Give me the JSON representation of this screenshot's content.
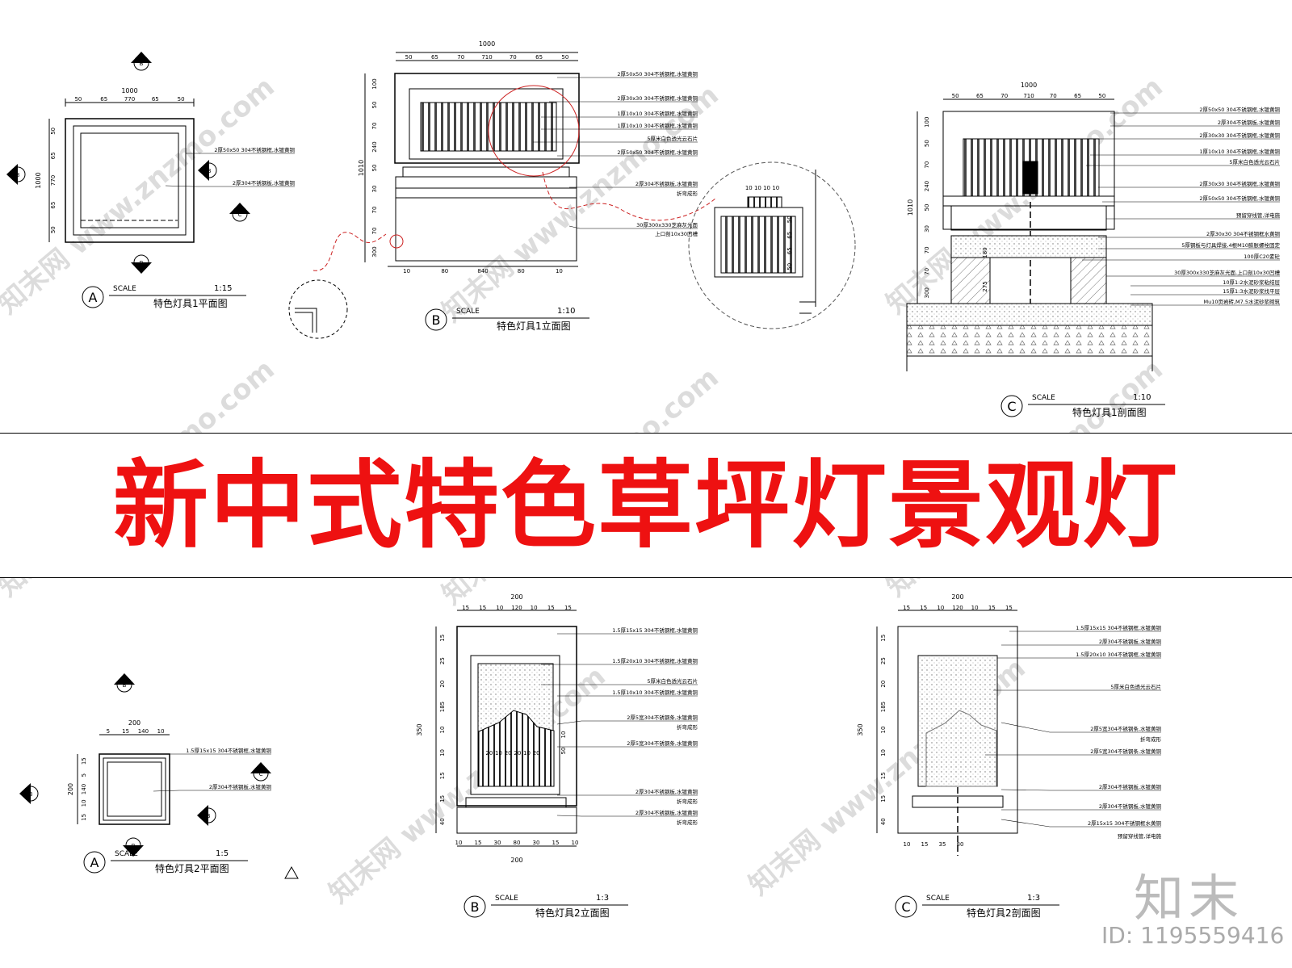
{
  "banner_title": "新中式特色草坪灯景观灯",
  "brand": "知末",
  "image_id": "ID: 1195559416",
  "scale_word": "SCALE",
  "views": [
    {
      "letter": "A",
      "title": "特色灯具1平面图",
      "scale": "1:15"
    },
    {
      "letter": "B",
      "title": "特色灯具1立面图",
      "scale": "1:10"
    },
    {
      "letter": "C",
      "title": "特色灯具1剖面图",
      "scale": "1:10"
    },
    {
      "letter": "A",
      "title": "特色灯具2平面图",
      "scale": "1:5"
    },
    {
      "letter": "B",
      "title": "特色灯具2立面图",
      "scale": "1:3"
    },
    {
      "letter": "C",
      "title": "特色灯具2剖面图",
      "scale": "1:3"
    }
  ],
  "markers": {
    "b": "B",
    "c": "C"
  },
  "dims": {
    "lamp1_plan": {
      "top_total": "1000",
      "top_parts": [
        "50",
        "65",
        "770",
        "65",
        "50"
      ],
      "left_parts": [
        "50",
        "65",
        "770",
        "65",
        "50"
      ],
      "left_total": "1000"
    },
    "lamp1_elev": {
      "top_total": "1000",
      "top_parts": [
        "50",
        "65",
        "70",
        "710",
        "70",
        "65",
        "50"
      ],
      "left_parts": [
        "100",
        "50",
        "70",
        "240",
        "50",
        "30",
        "70",
        "70",
        "300"
      ],
      "left_total": "1010",
      "bottom_parts": [
        "10",
        "80",
        "840",
        "80",
        "10"
      ],
      "detail_top": "10 10 10 10",
      "detail_right": [
        "50",
        "65",
        "65",
        "50"
      ]
    },
    "lamp1_sect": {
      "top_total": "1000",
      "top_parts": [
        "50",
        "65",
        "70",
        "710",
        "70",
        "65",
        "50"
      ],
      "left_parts": [
        "100",
        "50",
        "70",
        "240",
        "50",
        "30",
        "70",
        "70",
        "300"
      ],
      "left_total": "1010",
      "inner": [
        "180",
        "275"
      ]
    },
    "lamp2_plan": {
      "top_total": "200",
      "top_parts": [
        "5",
        "15",
        "140",
        "10"
      ],
      "left_parts": [
        "15",
        "5",
        "140",
        "10",
        "15"
      ],
      "left_total": "200"
    },
    "lamp2_elev": {
      "top_total": "200",
      "top_parts": [
        "15",
        "15",
        "10",
        "120",
        "10",
        "15",
        "15"
      ],
      "left_parts": [
        "15",
        "25",
        "20",
        "185",
        "10",
        "10",
        "15",
        "15",
        "40"
      ],
      "left_total": "350",
      "bottom_parts": [
        "10",
        "15",
        "30",
        "80",
        "30",
        "15",
        "10"
      ],
      "bottom_total": "200",
      "inner_nums": [
        "20",
        "10",
        "20",
        "20",
        "10",
        "20"
      ],
      "side_nums": [
        "10",
        "50"
      ]
    },
    "lamp2_sect": {
      "top_total": "200",
      "top_parts": [
        "15",
        "15",
        "10",
        "120",
        "10",
        "15",
        "15"
      ],
      "left_parts": [
        "15",
        "25",
        "20",
        "185",
        "10",
        "10",
        "15",
        "15",
        "40"
      ],
      "left_total": "350",
      "bottom_parts": [
        "10",
        "15",
        "35",
        "80"
      ]
    }
  },
  "callouts": {
    "lamp1_plan": [
      "2厚50x50 304不锈钢框,水镀黄铜",
      "2厚304不锈钢板,水镀黄铜"
    ],
    "lamp1_elev": [
      "2厚50x50 304不锈钢框,水镀黄铜",
      "2厚30x30 304不锈钢框,水镀黄铜",
      "1厚10x10 304不锈钢框,水镀黄铜",
      "1厚10x10 304不锈钢框,水镀黄铜",
      "5厚米白色透光云石片",
      "2厚50x50 304不锈钢框,水镀黄铜",
      "2厚304不锈钢板,水镀黄铜",
      "折弯成形",
      "30厚300x330芝麻灰光面",
      "上口剖10x30凹槽"
    ],
    "lamp1_sect": [
      "2厚50x50 304不锈钢框,水镀黄铜",
      "2厚304不锈钢板,水镀黄铜",
      "2厚30x30 304不锈钢框,水镀黄铜",
      "1厚10x10 304不锈钢框,水镀黄铜",
      "5厚米白色透光云石片",
      "2厚30x30 304不锈钢框,水镀黄铜",
      "2厚50x50 304不锈钢框,水镀黄铜",
      "预留穿线管,详电施",
      "2厚30x30 304不锈钢框水黄铜",
      "5厚钢板与灯具焊接,4根M10膨胀螺栓固定",
      "100厚C20素砼",
      "30厚300x330芝麻灰光面,上口剖10x30凹槽",
      "10厚1:2水泥砂浆粘结层",
      "15厚1:3水泥砂浆找平层",
      "Mu10页岩砖,M7.5水泥砂浆砌筑"
    ],
    "lamp2_plan": [
      "1.5厚15x15 304不锈钢框,水镀黄铜",
      "2厚304不锈钢板,水镀黄铜"
    ],
    "lamp2_elev": [
      "1.5厚15x15 304不锈钢框,水镀黄铜",
      "1.5厚20x10 304不锈钢框,水镀黄铜",
      "5厚米白色透光云石片",
      "1.5厚10x10 304不锈钢框,水镀黄铜",
      "2厚5宽304不锈钢条,水镀黄铜",
      "折弯成形",
      "2厚5宽304不锈钢条,水镀黄铜",
      "2厚304不锈钢板,水镀黄铜",
      "折弯成形",
      "2厚304不锈钢板,水镀黄铜",
      "折弯成形"
    ],
    "lamp2_sect": [
      "1.5厚15x15 304不锈钢框,水镀黄铜",
      "2厚304不锈钢板,水镀黄铜",
      "1.5厚20x10 304不锈钢框,水镀黄铜",
      "5厚米白色透光云石片",
      "2厚5宽304不锈钢条,水镀黄铜",
      "折弯成形",
      "2厚5宽304不锈钢条,水镀黄铜",
      "2厚304不锈钢板,水镀黄铜",
      "2厚304不锈钢板,水镀黄铜",
      "2厚15x15 304不锈钢框水黄铜",
      "预留穿线管,详电施"
    ]
  },
  "colors": {
    "banner_text": "#ee1111",
    "line": "#000000",
    "redline": "#cc2222",
    "watermark": "#d9d9d9"
  }
}
